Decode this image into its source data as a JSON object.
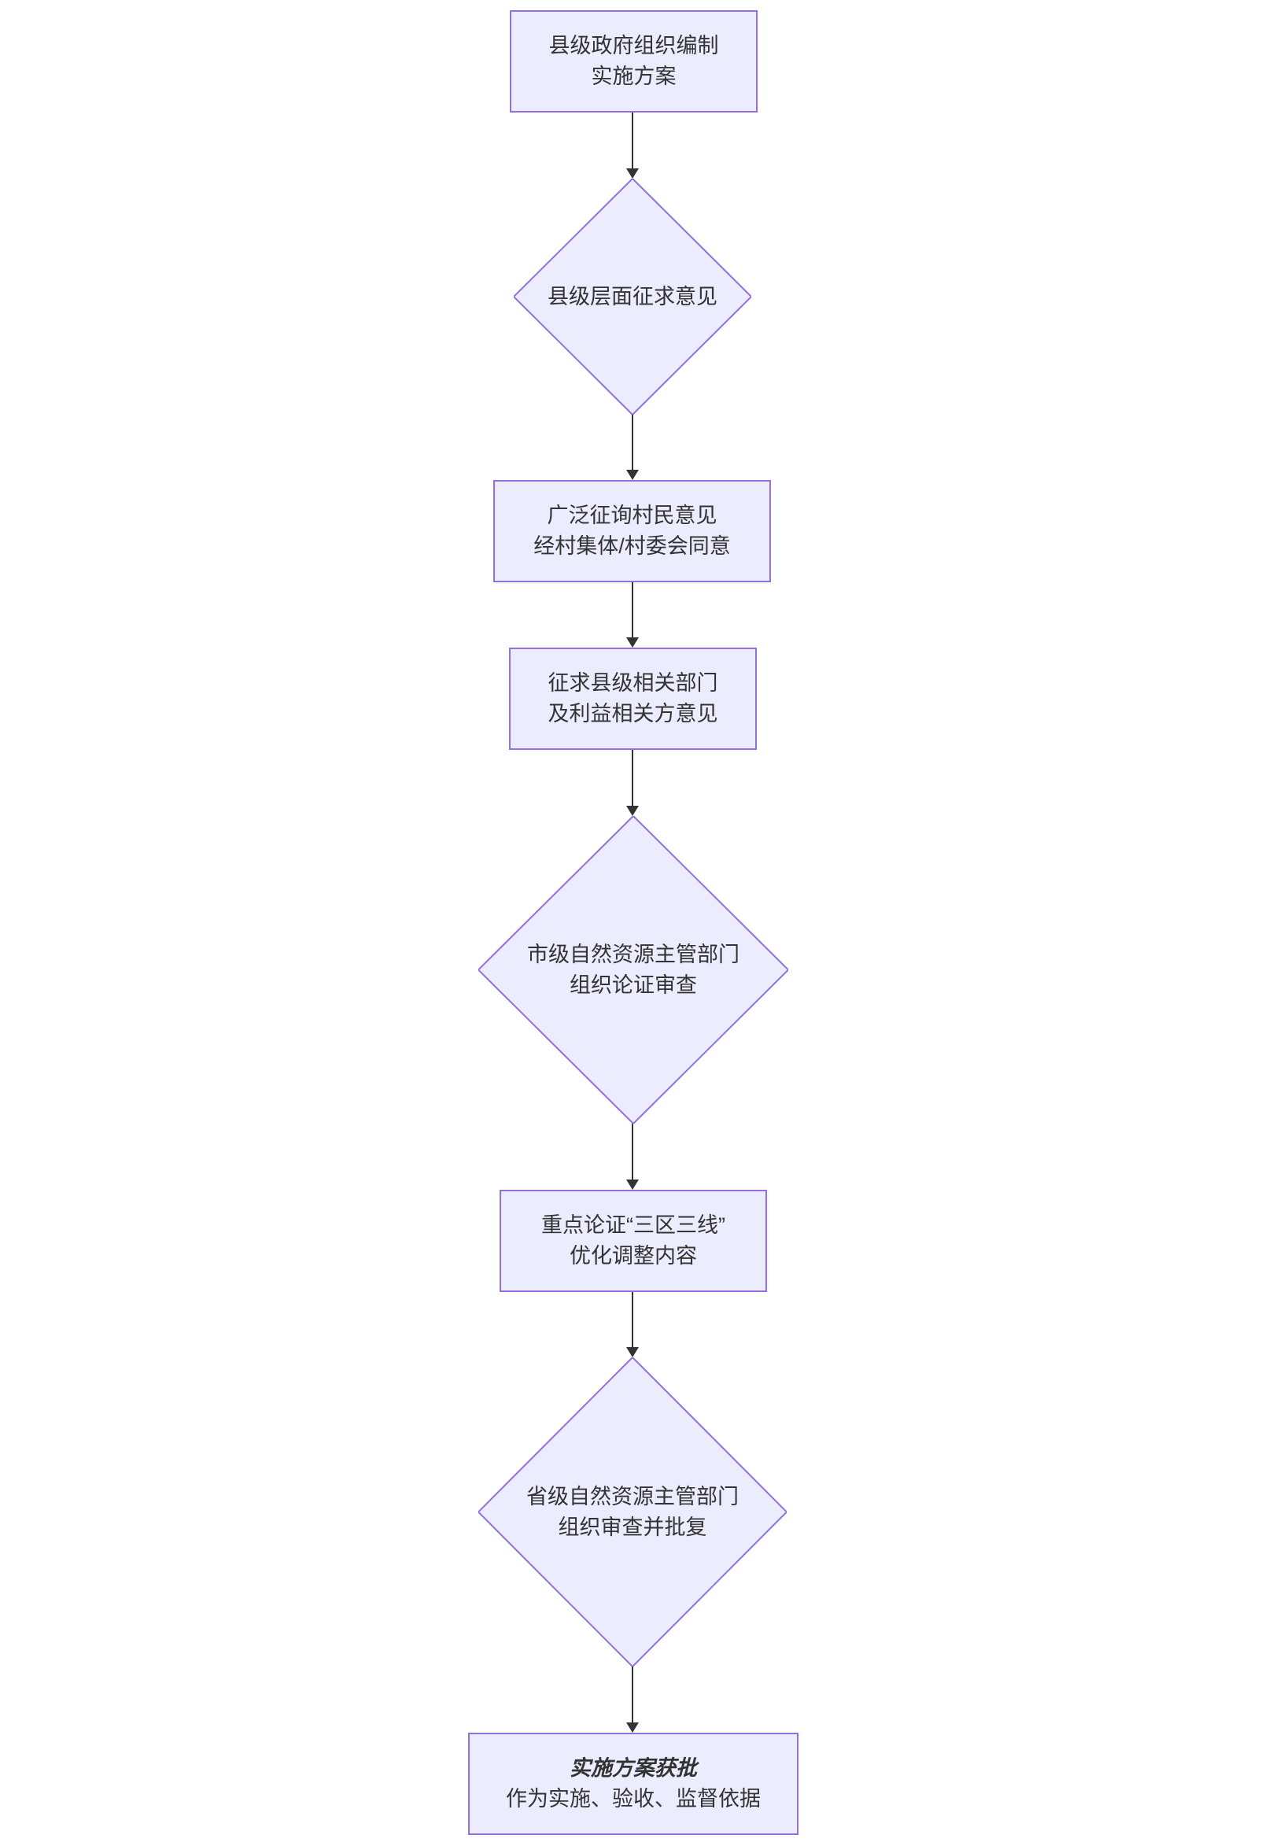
{
  "diagram": {
    "type": "flowchart",
    "direction": "top-down",
    "colors": {
      "background": "#FFFFFF",
      "node_fill": "#ECECFF",
      "node_border": "#9370DB",
      "text": "#333333",
      "arrow": "#333333"
    },
    "nodes": [
      {
        "id": "n1",
        "shape": "rect",
        "lines": [
          "县级政府组织编制",
          "实施方案"
        ]
      },
      {
        "id": "n2",
        "shape": "diamond",
        "lines": [
          "县级层面征求意见"
        ]
      },
      {
        "id": "n3",
        "shape": "rect",
        "lines": [
          "广泛征询村民意见",
          "经村集体/村委会同意"
        ]
      },
      {
        "id": "n4",
        "shape": "rect",
        "lines": [
          "征求县级相关部门",
          "及利益相关方意见"
        ]
      },
      {
        "id": "n5",
        "shape": "diamond",
        "lines": [
          "市级自然资源主管部门",
          "组织论证审查"
        ]
      },
      {
        "id": "n6",
        "shape": "rect",
        "lines": [
          "重点论证“三区三线”",
          "优化调整内容"
        ]
      },
      {
        "id": "n7",
        "shape": "diamond",
        "lines": [
          "省级自然资源主管部门",
          "组织审查并批复"
        ]
      },
      {
        "id": "n8",
        "shape": "rect",
        "emphasis_line": 0,
        "lines": [
          "实施方案获批",
          "作为实施、验收、监督依据"
        ]
      }
    ],
    "edges": [
      {
        "from": "n1",
        "to": "n2"
      },
      {
        "from": "n2",
        "to": "n3"
      },
      {
        "from": "n3",
        "to": "n4"
      },
      {
        "from": "n4",
        "to": "n5"
      },
      {
        "from": "n5",
        "to": "n6"
      },
      {
        "from": "n6",
        "to": "n7"
      },
      {
        "from": "n7",
        "to": "n8"
      }
    ]
  }
}
